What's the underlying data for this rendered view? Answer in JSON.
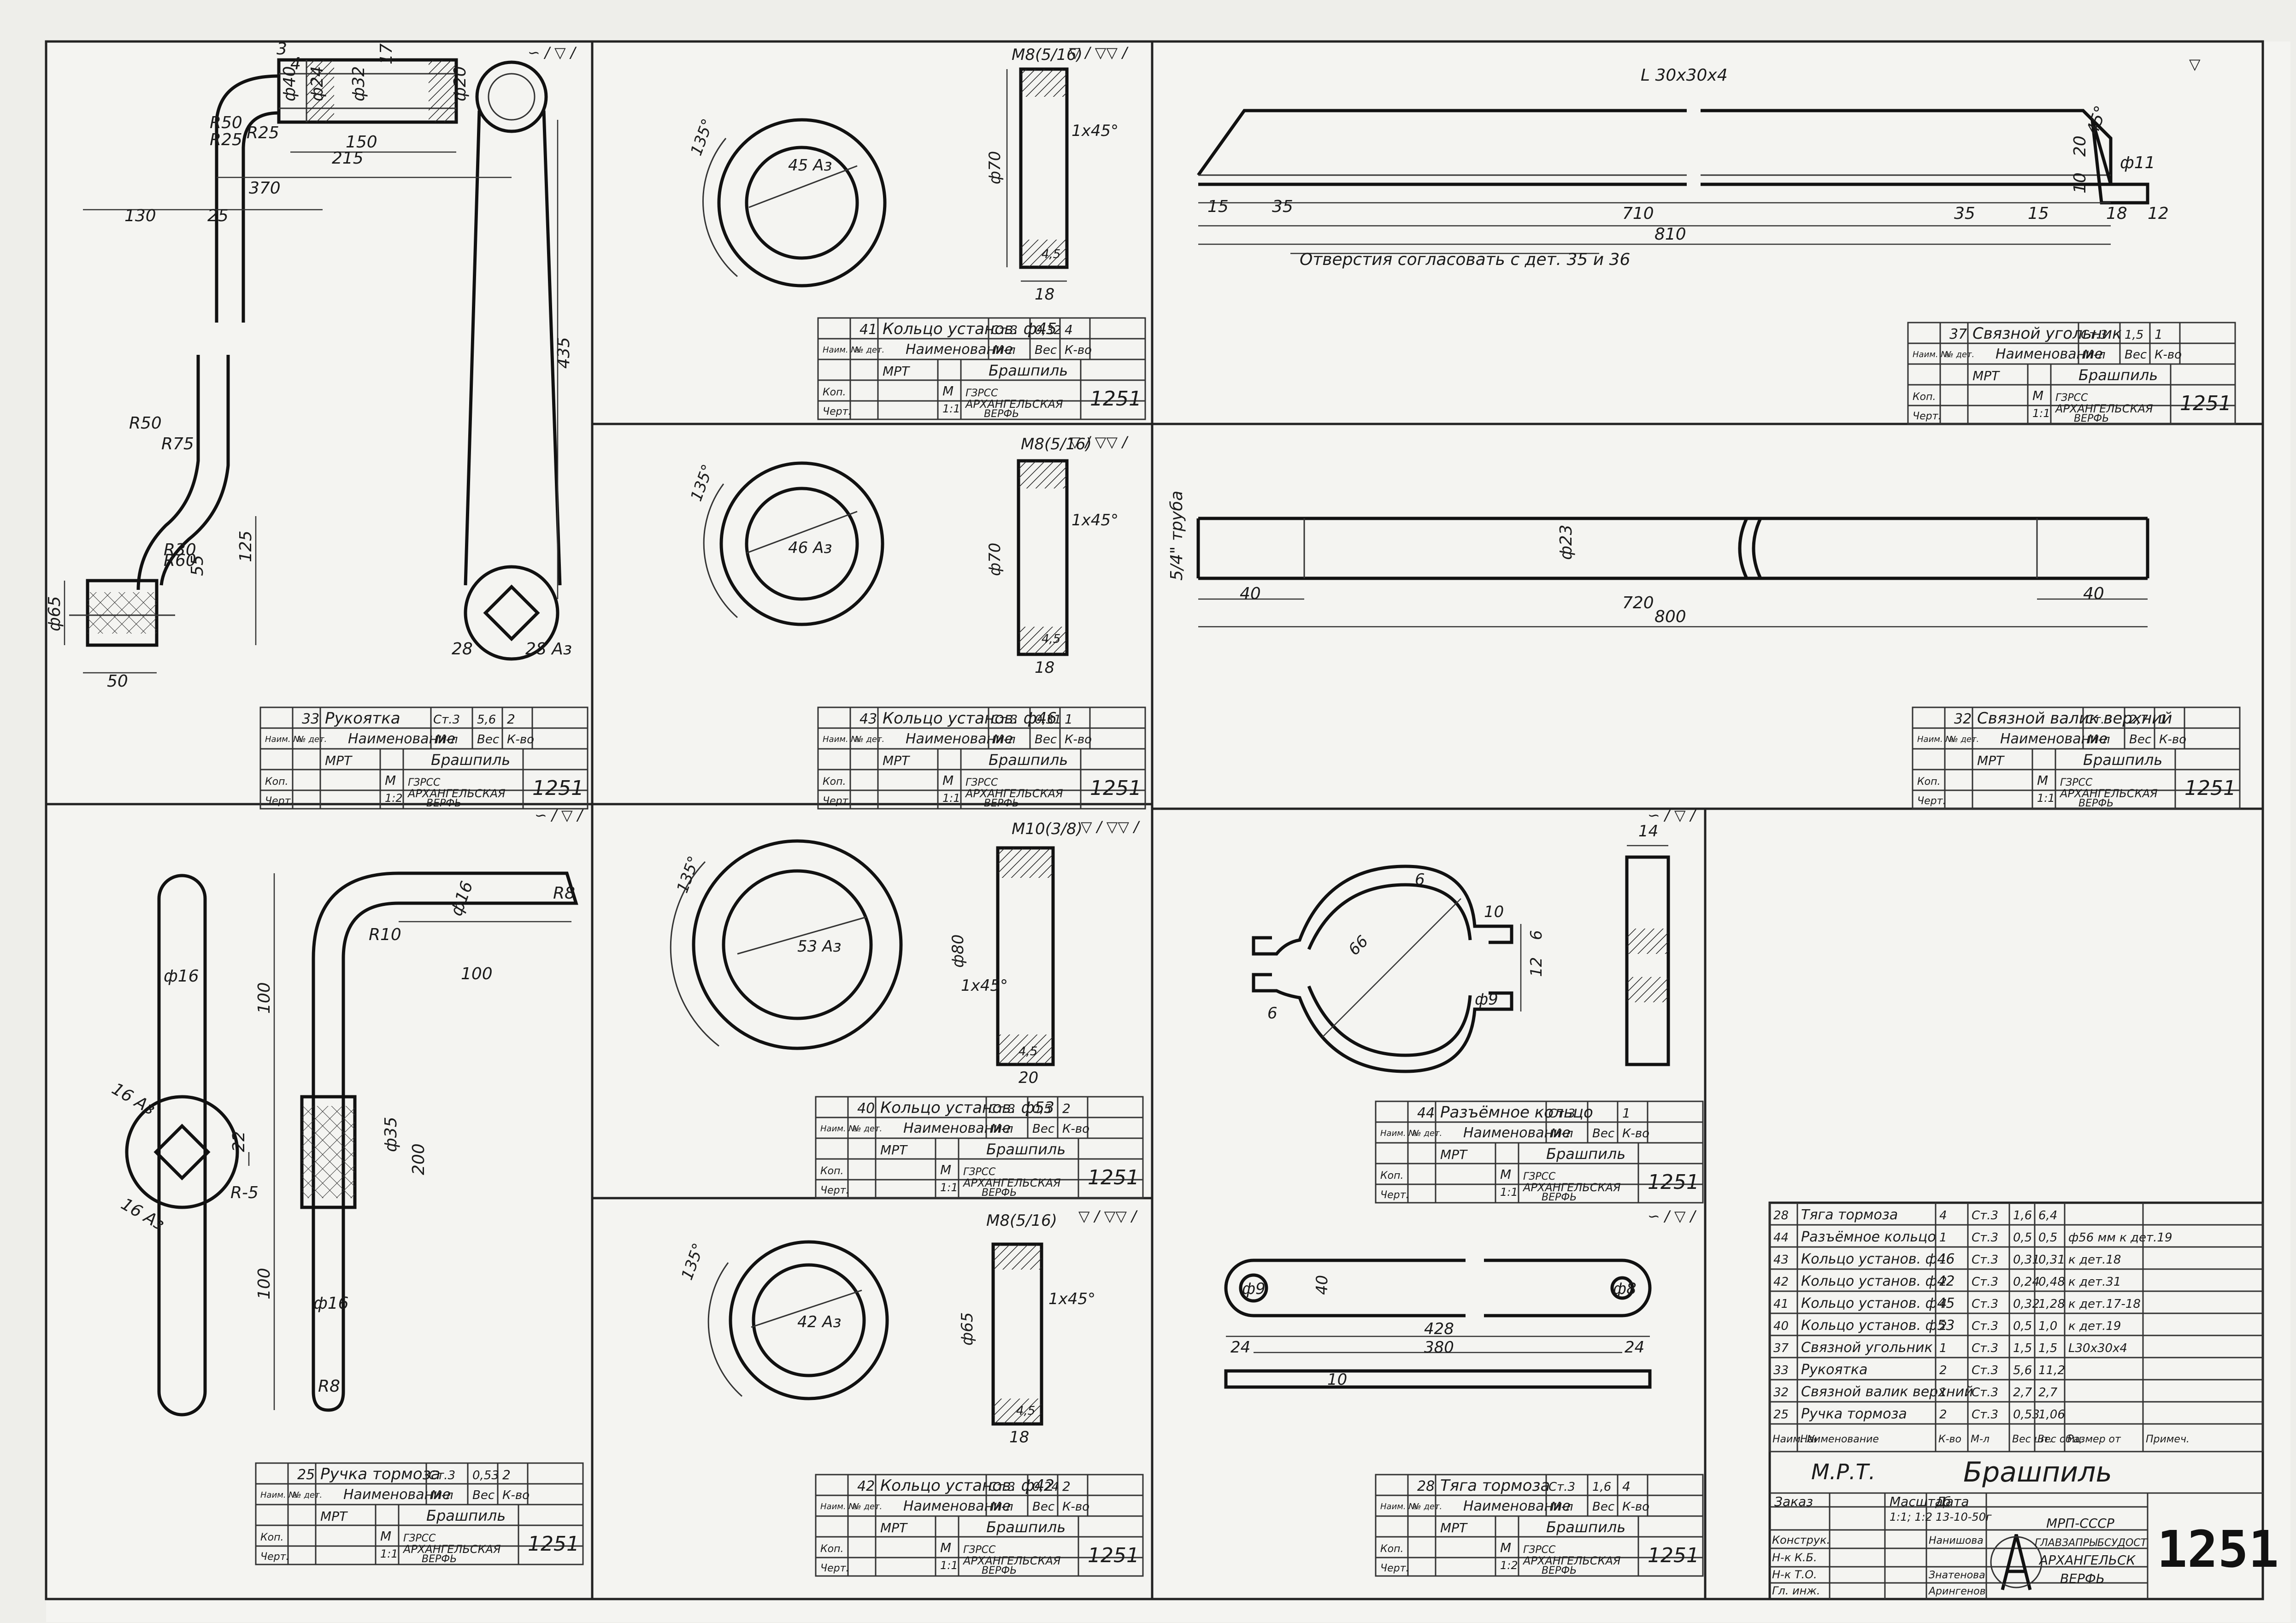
{
  "sheet": {
    "number": "1251",
    "product": "Брашпиль",
    "orgs": [
      "МРП-СССР",
      "ГЛАВЗАПРЫБСУДОСТ",
      "АРХАНГЕЛЬСК",
      "ВЕРФЬ"
    ],
    "short_org": "Г.З.Р.С.С. АРХАНГЕЛЬСКАЯ ВЕРФЬ"
  },
  "title_block_labels": {
    "item": "Наим. №",
    "det": "№ дет.",
    "name": "Наименование",
    "material": "М-л",
    "weight": "Вес",
    "qty": "К-во",
    "copy": "Коп.",
    "drawn": "Черт.",
    "mrt": "МРТ",
    "scale_prefix": "М",
    "org": "ГЗРСС АРХАНГЕЛЬСКАЯ ВЕРФЬ"
  },
  "parts": [
    {
      "id": "33",
      "name": "Рукоятка",
      "material": "Ст.3",
      "weight": "5,6",
      "qty": "2",
      "scale": "1:2"
    },
    {
      "id": "41",
      "name": "Кольцо установ. ф45",
      "material": "Ст.3",
      "weight": "0,32",
      "qty": "4",
      "scale": "1:1"
    },
    {
      "id": "43",
      "name": "Кольцо установ. ф46",
      "material": "Ст.3",
      "weight": "0,31",
      "qty": "1",
      "scale": "1:1"
    },
    {
      "id": "37",
      "name": "Связной угольник",
      "material": "Ст.3",
      "weight": "1,5",
      "qty": "1",
      "scale": "1:1"
    },
    {
      "id": "32",
      "name": "Связной валик верхний",
      "material": "Ст.3",
      "weight": "2,7",
      "qty": "1",
      "scale": "1:1"
    },
    {
      "id": "25",
      "name": "Ручка тормоза",
      "material": "Ст.3",
      "weight": "0,53",
      "qty": "2",
      "scale": "1:1"
    },
    {
      "id": "40",
      "name": "Кольцо установ. ф53",
      "material": "Ст.3",
      "weight": "0,5",
      "qty": "2",
      "scale": "1:1"
    },
    {
      "id": "44",
      "name": "Разъёмное кольцо",
      "material": "Ст.3",
      "weight": "",
      "qty": "1",
      "scale": "1:1"
    },
    {
      "id": "42",
      "name": "Кольцо установ. ф42",
      "material": "Ст.3",
      "weight": "0,24",
      "qty": "2",
      "scale": "1:1"
    },
    {
      "id": "28",
      "name": "Тяга тормоза",
      "material": "Ст.3",
      "weight": "1,6",
      "qty": "4",
      "scale": "1:2"
    }
  ],
  "parts_list": {
    "headers": [
      "Наим. №",
      "Наименование",
      "К-во",
      "М-л",
      "Вес шт.",
      "Вес общ.",
      "Размер от",
      "Примеч."
    ],
    "rows": [
      [
        "28",
        "Тяга тормоза",
        "4",
        "Ст.3",
        "1,6",
        "6,4",
        ""
      ],
      [
        "44",
        "Разъёмное кольцо",
        "1",
        "Ст.3",
        "0,5",
        "0,5",
        "ф56 мм к дет.19"
      ],
      [
        "43",
        "Кольцо установ. ф46",
        "1",
        "Ст.3",
        "0,31",
        "0,31",
        "к дет.18"
      ],
      [
        "42",
        "Кольцо установ. ф42",
        "2",
        "Ст.3",
        "0,24",
        "0,48",
        "к дет.31"
      ],
      [
        "41",
        "Кольцо установ. ф45",
        "4",
        "Ст.3",
        "0,32",
        "1,28",
        "к дет.17-18"
      ],
      [
        "40",
        "Кольцо установ. ф53",
        "2",
        "Ст.3",
        "0,5",
        "1,0",
        "к дет.19"
      ],
      [
        "37",
        "Связной угольник",
        "1",
        "Ст.3",
        "1,5",
        "1,5",
        "L30x30x4"
      ],
      [
        "33",
        "Рукоятка",
        "2",
        "Ст.3",
        "5,6",
        "11,2",
        ""
      ],
      [
        "32",
        "Связной валик верхний",
        "1",
        "Ст.3",
        "2,7",
        "2,7",
        ""
      ],
      [
        "25",
        "Ручка тормоза",
        "2",
        "Ст.3",
        "0,53",
        "1,06",
        ""
      ]
    ],
    "mrt": "М.Р.Т.",
    "product": "Брашпиль",
    "labels": [
      "Заказ",
      "Масштаб",
      "Дата",
      "Конструк.",
      "Н-к К.Б.",
      "Н-к Т.О.",
      "Гл. инж."
    ],
    "values": {
      "scale": "1:1; 1:2",
      "date": "13-10-50г",
      "names": [
        "Нанишова",
        "Знатенова",
        "Арингенов"
      ]
    }
  },
  "notes": {
    "holes": "Отверстия согласовать с дет. 35 и 36",
    "angle_profile": "L 30x30x4",
    "pipe": "5/4\" труба"
  },
  "dims": {
    "p33": [
      "3",
      "4",
      "ф40",
      "ф24",
      "ф32",
      "17",
      "ф20",
      "R25",
      "R50",
      "R25",
      "150",
      "215",
      "370",
      "130",
      "25",
      "435",
      "R50",
      "R75",
      "R30",
      "R60",
      "ф65",
      "125",
      "55",
      "50",
      "28",
      "28 Aз"
    ],
    "p41": [
      "M8(5/16)",
      "45 Aз",
      "135°",
      "ф70",
      "1x45°",
      "18",
      "4,5"
    ],
    "p43": [
      "M8(5/16)",
      "46 Aз",
      "135°",
      "ф70",
      "1x45°",
      "18",
      "4,5"
    ],
    "p40": [
      "M10(3/8)",
      "53 Aз",
      "135°",
      "ф80",
      "1x45°",
      "20",
      "4,5"
    ],
    "p42": [
      "M8(5/16)",
      "42 Aз",
      "135°",
      "ф65",
      "1x45°",
      "18",
      "4,5"
    ],
    "p37": [
      "15",
      "35",
      "710",
      "810",
      "35",
      "15",
      "45°",
      "20",
      "10",
      "ф11",
      "18",
      "12"
    ],
    "p32": [
      "ф23",
      "40",
      "720",
      "800",
      "40"
    ],
    "p25": [
      "ф16",
      "100",
      "100",
      "16 Aз",
      "22",
      "R-5",
      "ф16",
      "R8",
      "R10",
      "ф16",
      "R8",
      "100",
      "ф35",
      "200",
      "16 Aз"
    ],
    "p44": [
      "66",
      "6",
      "6",
      "10",
      "ф9",
      "12",
      "6",
      "14"
    ],
    "p28": [
      "ф9",
      "40",
      "428",
      "380",
      "24",
      "24",
      "10",
      "ф8"
    ]
  }
}
